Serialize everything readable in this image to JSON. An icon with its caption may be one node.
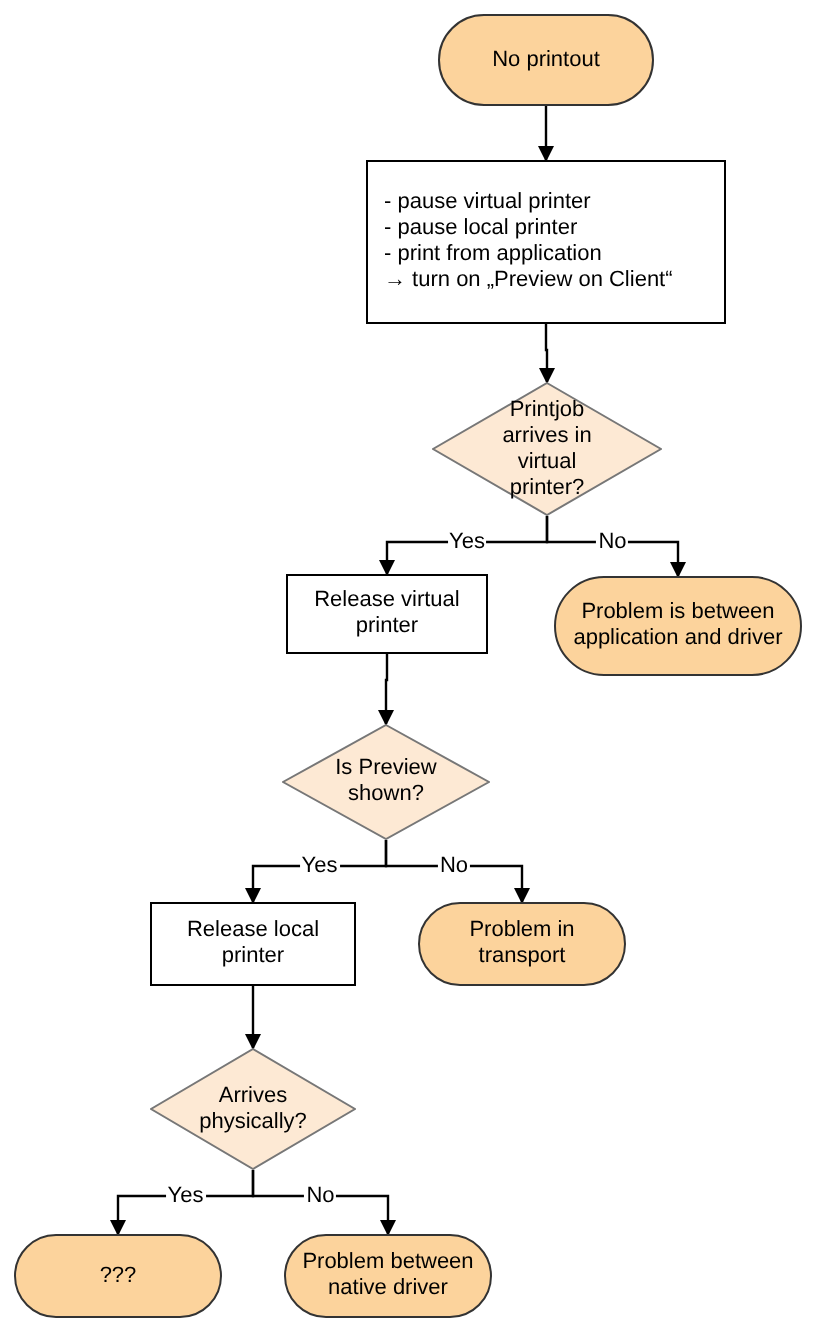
{
  "diagram": {
    "nodes": [
      {
        "text": [
          "No printout"
        ]
      },
      {
        "text": [
          "- pause virtual printer",
          "- pause local printer",
          "- print from application",
          "→ turn on „Preview on Client“"
        ]
      },
      {
        "text": [
          "Printjob arrives in virtual printer?"
        ]
      },
      {
        "text": [
          "Release virtual printer"
        ]
      },
      {
        "text": [
          "Problem is between application and driver"
        ]
      },
      {
        "text": [
          "Is Preview shown?"
        ]
      },
      {
        "text": [
          "Release local printer"
        ]
      },
      {
        "text": [
          "Problem in transport"
        ]
      },
      {
        "text": [
          "Arrives physically?"
        ]
      },
      {
        "text": [
          "???"
        ]
      },
      {
        "text": [
          "Problem between native driver"
        ]
      }
    ],
    "edges": [
      {
        "from": 0,
        "to": 1,
        "arrow": "to"
      },
      {
        "from": 1,
        "to": 2,
        "arrow": "to"
      },
      {
        "from": 2,
        "to": 3,
        "arrow": "to",
        "label": "Yes"
      },
      {
        "from": 2,
        "to": 4,
        "arrow": "to",
        "label": "No"
      },
      {
        "from": 3,
        "to": 5,
        "arrow": "to"
      },
      {
        "from": 5,
        "to": 6,
        "arrow": "to",
        "label": "Yes"
      },
      {
        "from": 5,
        "to": 7,
        "arrow": "to",
        "label": "No"
      },
      {
        "from": 6,
        "to": 8,
        "arrow": "to"
      },
      {
        "from": 8,
        "to": 9,
        "arrow": "to",
        "label": "Yes"
      },
      {
        "from": 8,
        "to": 10,
        "arrow": "to",
        "label": "No"
      }
    ]
  }
}
